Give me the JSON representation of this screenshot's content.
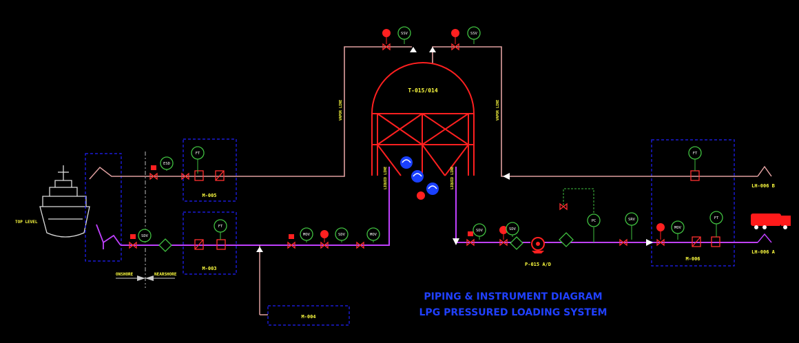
{
  "title": {
    "line1": "PIPING & INSTRUMENT DIAGRAM",
    "line2": "LPG PRESSURED LOADING SYSTEM"
  },
  "tank": {
    "tag": "T-015/014"
  },
  "modules": {
    "m005": "M-005",
    "m003": "M-003",
    "m004": "M-004",
    "m006": "M-006"
  },
  "pump": {
    "tag": "P-015 A/D"
  },
  "outlets": {
    "vapor": "LH-006 B",
    "liquid": "LH-006 A"
  },
  "ship": {
    "level_label": "TOP LEVEL"
  },
  "boundary": {
    "left": "ONSHORE",
    "right": "NEARSHORE"
  },
  "instruments": {
    "esd_vapor": "ESD",
    "ft_vapor": "FT",
    "ft_liquid_in": "FT",
    "sdv_liquid": "SDV",
    "mov": "MOV",
    "sdv_mid": "SDV",
    "mov2": "MOV",
    "ssv_top_left": "SSV",
    "ssv_top_right": "SSV",
    "sdv_pump1": "SDV",
    "sdv_pump2": "SDV",
    "pc": "PC",
    "srv": "SRV",
    "mov_out": "MOV",
    "ft_out": "FT",
    "ft_vap_out": "FT"
  },
  "line_labels": {
    "vapor_left": "VAPOR LINE",
    "vapor_right": "VAPOR LINE",
    "liquid_left": "LIQUID LINE",
    "liquid_right": "LIQUID LINE"
  },
  "colors": {
    "vapor_line": "#e0a0a0",
    "liquid_line": "#c040ff",
    "tank": "#ff2020",
    "instrument": "#40c040",
    "box": "#2020ff",
    "label": "#ffff40",
    "title": "#2040ff"
  }
}
